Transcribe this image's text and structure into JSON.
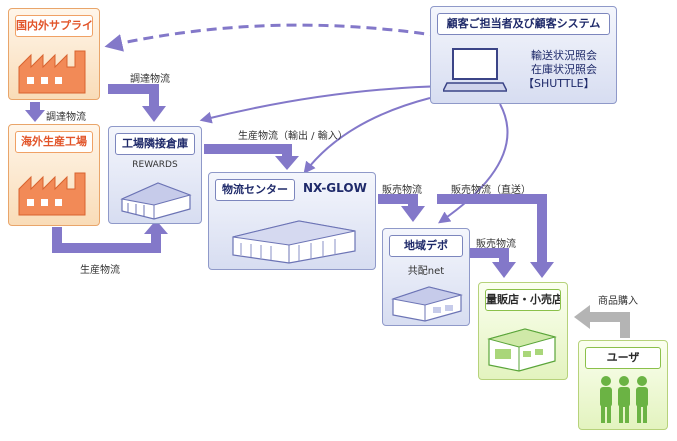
{
  "nodes": {
    "overseas_supplier": {
      "title": "国内外サプライヤー"
    },
    "overseas_factory": {
      "title": "海外生産工場"
    },
    "warehouse": {
      "title": "工場隣接倉庫",
      "sub": "REWARDS"
    },
    "logistics_center": {
      "title": "物流センター",
      "brand": "NX-GLOW"
    },
    "regional_depot": {
      "title": "地域デポ",
      "sub": "共配net"
    },
    "retail_store": {
      "title": "量販店・小売店"
    },
    "user": {
      "title": "ユーザ"
    },
    "customer_system": {
      "title": "顧客ご担当者及び顧客システム",
      "lines": [
        "輸送状況照会",
        "在庫状況照会",
        "【SHUTTLE】"
      ]
    }
  },
  "flow_labels": {
    "procurement_1": "調達物流",
    "procurement_2": "調達物流",
    "production_io": "生産物流（輸出 / 輸入）",
    "production": "生産物流",
    "sales_1": "販売物流",
    "sales_direct": "販売物流（直送）",
    "sales_2": "販売物流",
    "purchase": "商品購入"
  },
  "colors": {
    "arrow": "#8378c9",
    "purchase_arrow": "#b4b4b4",
    "orange_title": "#e2552a",
    "navy_title": "#1f2a6a"
  }
}
